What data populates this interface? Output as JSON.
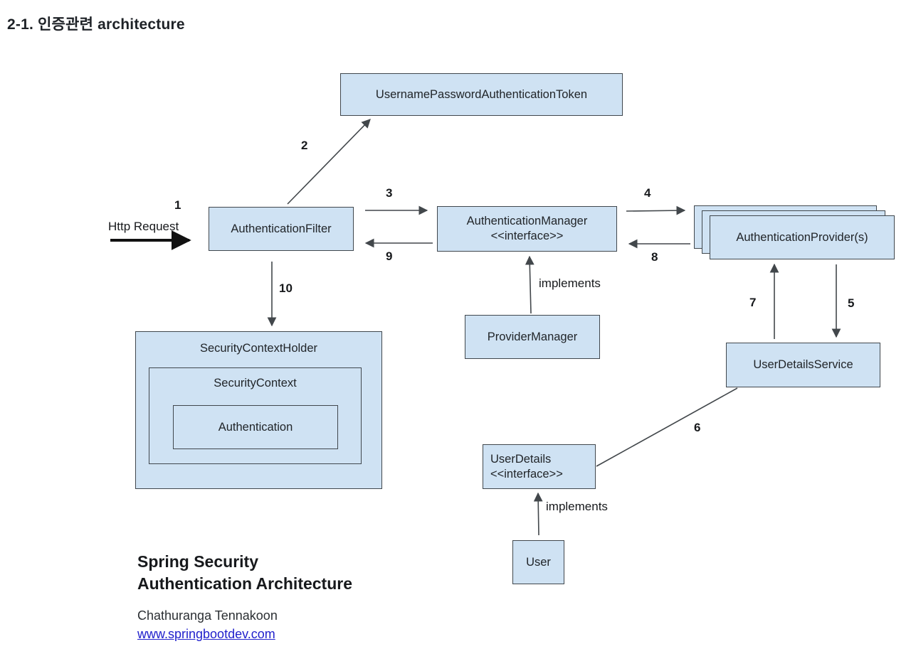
{
  "page": {
    "heading": "2-1. 인증관련 architecture"
  },
  "diagram": {
    "colors": {
      "node_fill": "#cfe2f3",
      "node_border": "#40474d",
      "edge_stroke": "#42474b",
      "http_arrow": "#111111",
      "link_blue": "#2121cc"
    },
    "nodes": {
      "token": {
        "label": "UsernamePasswordAuthenticationToken"
      },
      "filter": {
        "label": "AuthenticationFilter"
      },
      "manager": {
        "label": "AuthenticationManager",
        "stereotype": "<<interface>>"
      },
      "providers": {
        "label": "AuthenticationProvider(s)"
      },
      "provider_manager": {
        "label": "ProviderManager"
      },
      "security_context_holder": {
        "label": "SecurityContextHolder"
      },
      "security_context": {
        "label": "SecurityContext"
      },
      "authentication": {
        "label": "Authentication"
      },
      "user_details_service": {
        "label": "UserDetailsService"
      },
      "user_details": {
        "label": "UserDetails",
        "stereotype": "<<interface>>"
      },
      "user": {
        "label": "User"
      }
    },
    "edge_labels": {
      "http_request": "Http Request",
      "step1": "1",
      "step2": "2",
      "step3": "3",
      "step4": "4",
      "step5": "5",
      "step6": "6",
      "step7": "7",
      "step8": "8",
      "step9": "9",
      "step10": "10",
      "implements_provider_manager": "implements",
      "implements_user": "implements"
    }
  },
  "footer": {
    "title_line1": "Spring Security",
    "title_line2": "Authentication Architecture",
    "author": "Chathuranga Tennakoon",
    "website": "www.springbootdev.com"
  }
}
